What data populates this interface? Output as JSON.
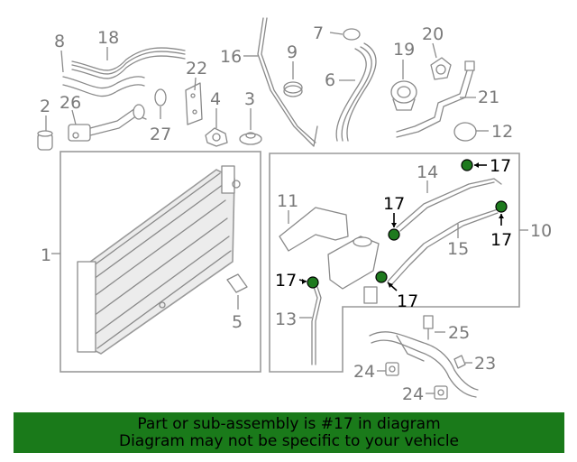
{
  "callouts": {
    "c1": "1",
    "c2": "2",
    "c3": "3",
    "c4": "4",
    "c5": "5",
    "c6": "6",
    "c7": "7",
    "c8": "8",
    "c9": "9",
    "c10": "10",
    "c11": "11",
    "c12": "12",
    "c13": "13",
    "c14": "14",
    "c15": "15",
    "c16": "16",
    "c18": "18",
    "c19": "19",
    "c20": "20",
    "c21": "21",
    "c22": "22",
    "c23": "23",
    "c24a": "24",
    "c24b": "24",
    "c25": "25",
    "c26": "26",
    "c27": "27"
  },
  "highlight": {
    "part_number": "17",
    "color": "#1e7a1e",
    "labels": [
      "17",
      "17",
      "17",
      "17",
      "17"
    ]
  },
  "banner": {
    "line1": "Part or sub-assembly is #17 in diagram",
    "line2": "Diagram may not be specific to your vehicle",
    "background": "#1a7a1a"
  }
}
